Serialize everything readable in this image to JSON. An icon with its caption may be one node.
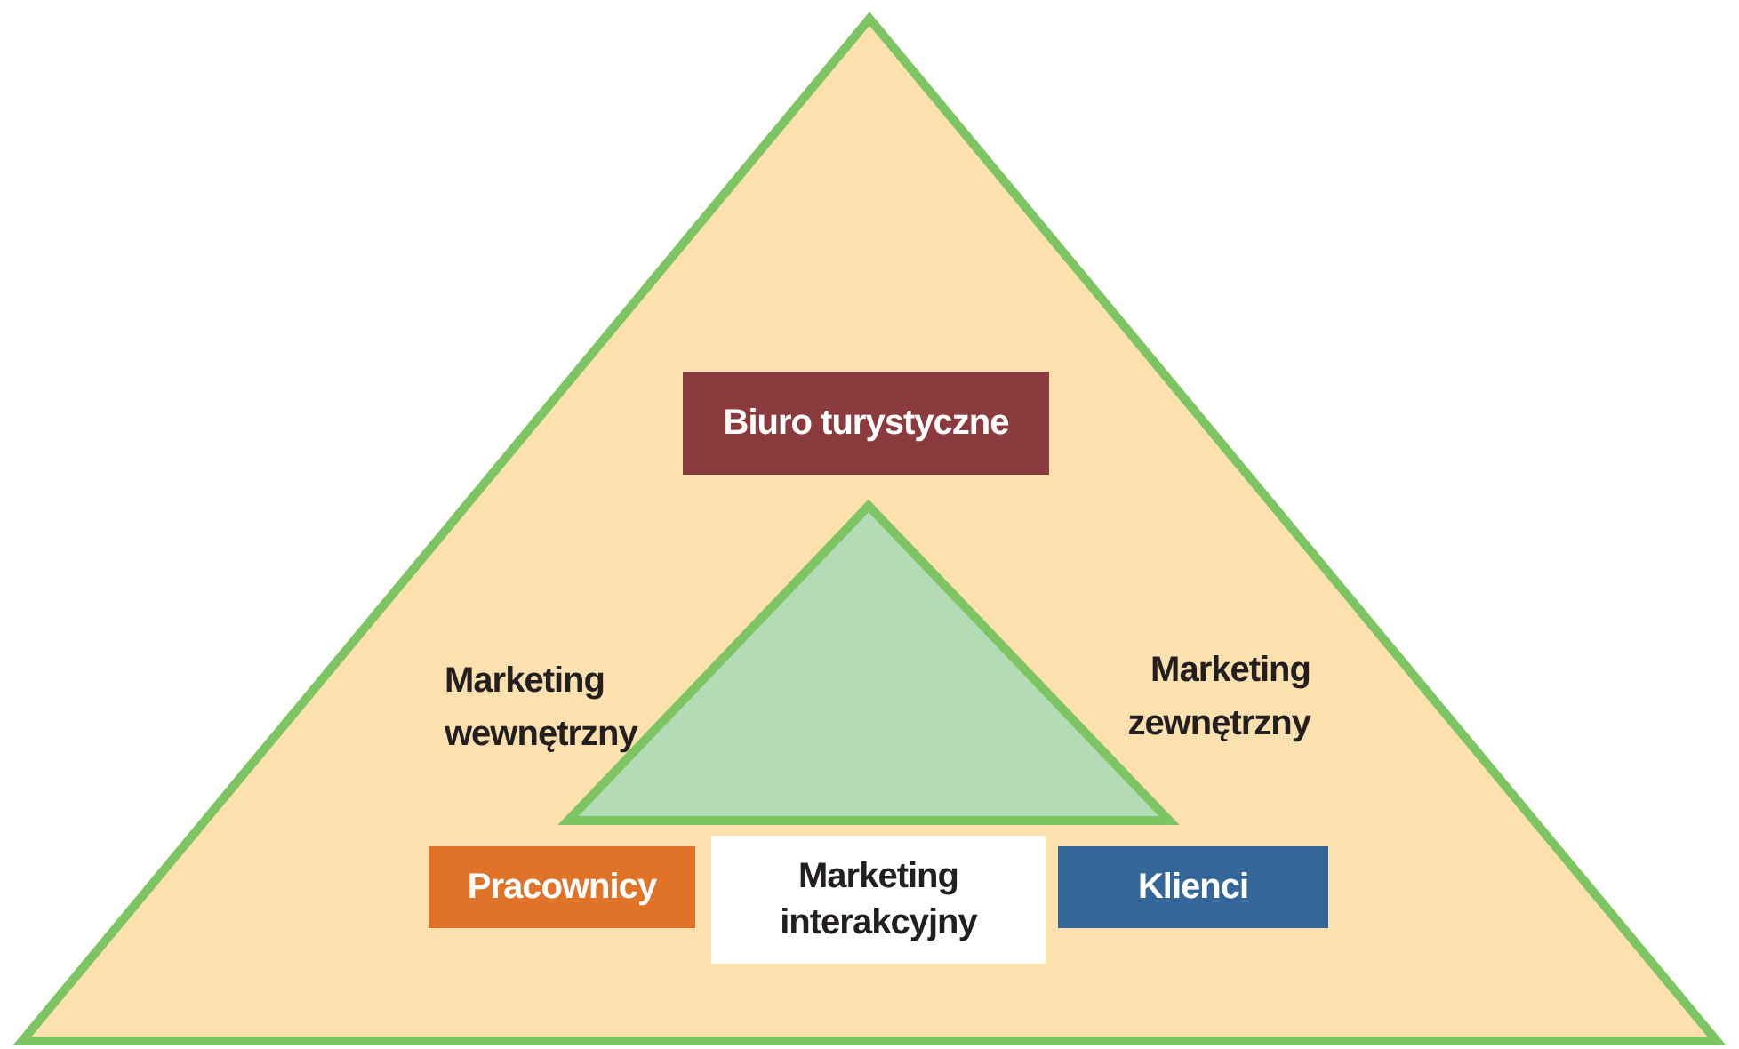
{
  "diagram": {
    "nodes": [
      {
        "text": [],
        "shape": "triangle"
      },
      {
        "text": [
          "Biuro turystyczne"
        ],
        "in": 0
      },
      {
        "text": [],
        "shape": "triangle",
        "in": 0
      },
      {
        "text": [
          "Pracownicy"
        ],
        "in": 0
      },
      {
        "text": [
          "Marketing interakcyjny"
        ],
        "in": 0
      },
      {
        "text": [
          "Klienci"
        ],
        "in": 0
      }
    ],
    "labels": [
      "Marketing wewnętrzny",
      "Marketing zewnętrzny"
    ]
  }
}
